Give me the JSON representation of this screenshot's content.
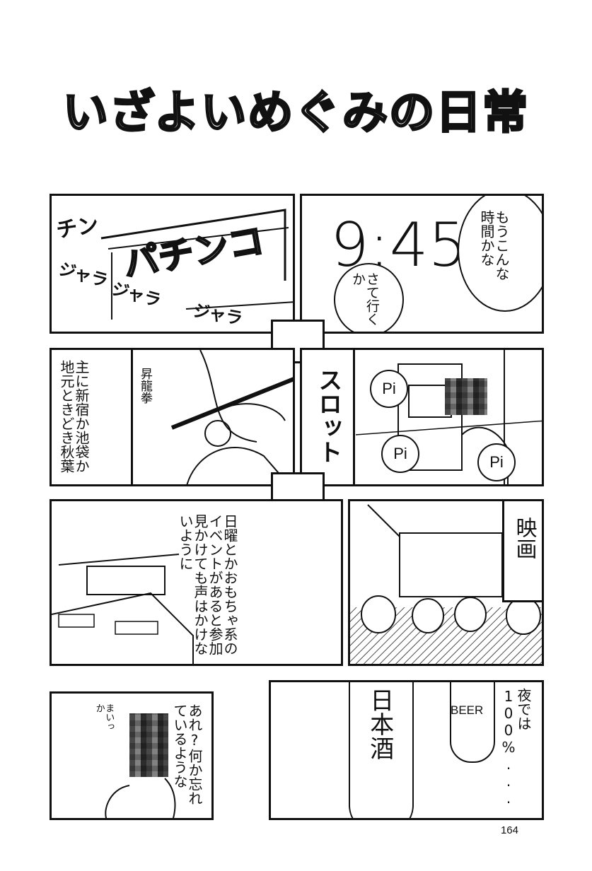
{
  "title": "いざよいめぐみの日常",
  "page_number": "164",
  "panel1": {
    "sfx_chin": "チン",
    "sign": "パチンコ",
    "sfx_jara1": "ジャラ",
    "sfx_jara2": "ジャラ",
    "sfx_jara3": "ジャラ"
  },
  "panel2": {
    "clock": "9:45",
    "bubble_right": "もうこんな時間かな",
    "bubble_left": "さて行くか"
  },
  "panel3": {
    "caption": "主に新宿か池袋か地元ときどき秋葉",
    "sfx_shoryuken": "昇龍拳"
  },
  "panel4": {
    "label": "スロット",
    "pi1": "Pi",
    "pi2": "Pi",
    "pi3": "Pi"
  },
  "panel5": {
    "caption": "日曜とかおもちゃ系のイベントがあると参加見かけても声はかけないように"
  },
  "panel6": {
    "label": "映画"
  },
  "panel7": {
    "caption": "あれ?何か忘れているような",
    "aside": "まいっか"
  },
  "panel8": {
    "sake": "日本酒",
    "beer": "BEER",
    "caption": "夜では100%..."
  }
}
